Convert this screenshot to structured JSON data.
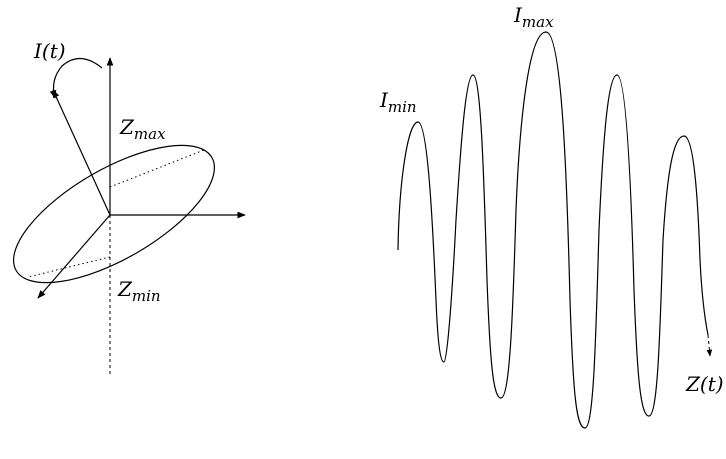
{
  "left_diagram": {
    "current_label": {
      "main": "I(t)"
    },
    "z_max_label": {
      "main": "Z",
      "sub": "max"
    },
    "z_min_label": {
      "main": "Z",
      "sub": "min"
    }
  },
  "right_diagram": {
    "i_max_label": {
      "main": "I",
      "sub": "max"
    },
    "i_min_label": {
      "main": "I",
      "sub": "min"
    },
    "z_label": {
      "main": "Z(t)"
    }
  }
}
